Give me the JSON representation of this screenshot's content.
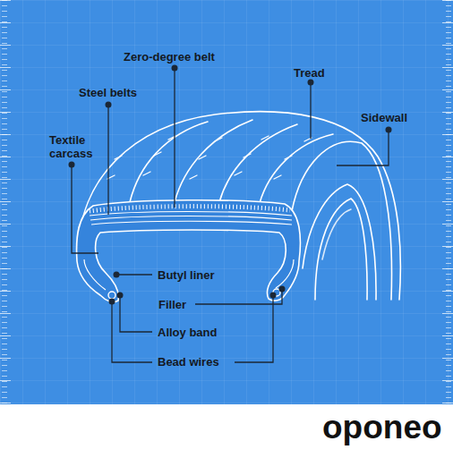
{
  "diagram": {
    "labels": [
      "Zero-degree belt",
      "Tread",
      "Steel belts",
      "Sidewall",
      "Textile carcass",
      "Butyl liner",
      "Filler",
      "Alloy band",
      "Bead wires",
      "oponeo"
    ]
  }
}
